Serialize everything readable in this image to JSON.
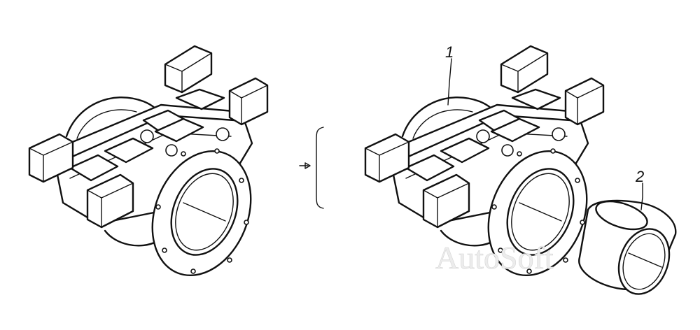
{
  "callouts": [
    {
      "id": "1",
      "label": "1"
    },
    {
      "id": "2",
      "label": "2"
    }
  ],
  "watermark": "AutoSoft",
  "colors": {
    "line": "#111111",
    "background": "#ffffff",
    "watermark": "#ececec"
  }
}
